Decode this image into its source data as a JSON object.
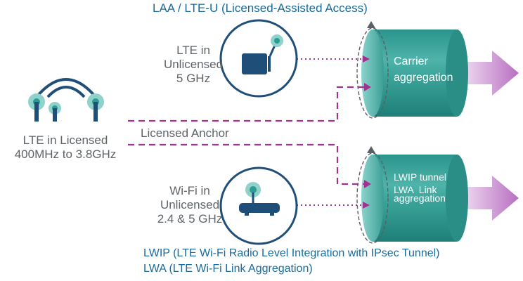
{
  "top_title": "LAA / LTE-U (Licensed-Assisted Access)",
  "lte_unlicensed": {
    "line1": "LTE in",
    "line2": "Unlicensed",
    "line3": "5 GHz"
  },
  "lte_licensed": {
    "line1": "LTE in Licensed",
    "line2": "400MHz to 3.8GHz"
  },
  "anchor_label": "Licensed Anchor",
  "wifi_unlicensed": {
    "line1": "Wi-Fi in",
    "line2": "Unlicensed",
    "line3": "2.4 & 5 GHz"
  },
  "carrier_cylinder": {
    "line1": "Carrier",
    "line2": "aggregation"
  },
  "lwip_cylinder": {
    "line1": "LWIP tunnel",
    "line2": "LWA  Link",
    "line3": "aggregation"
  },
  "bottom_lwip": "LWIP (LTE Wi-Fi Radio Level Integration with IPsec Tunnel)",
  "bottom_lwa": "LWA (LTE Wi-Fi Link Aggregation)",
  "colors": {
    "teal": "#2a9c93",
    "teal_light": "#8fd2cc",
    "teal_dark": "#1d7d76",
    "purple": "#c080c8",
    "navy": "#1f4e79",
    "dotted_purple": "#a1338f",
    "text_gray": "#5f6468",
    "text_blue": "#1a6b9c"
  }
}
